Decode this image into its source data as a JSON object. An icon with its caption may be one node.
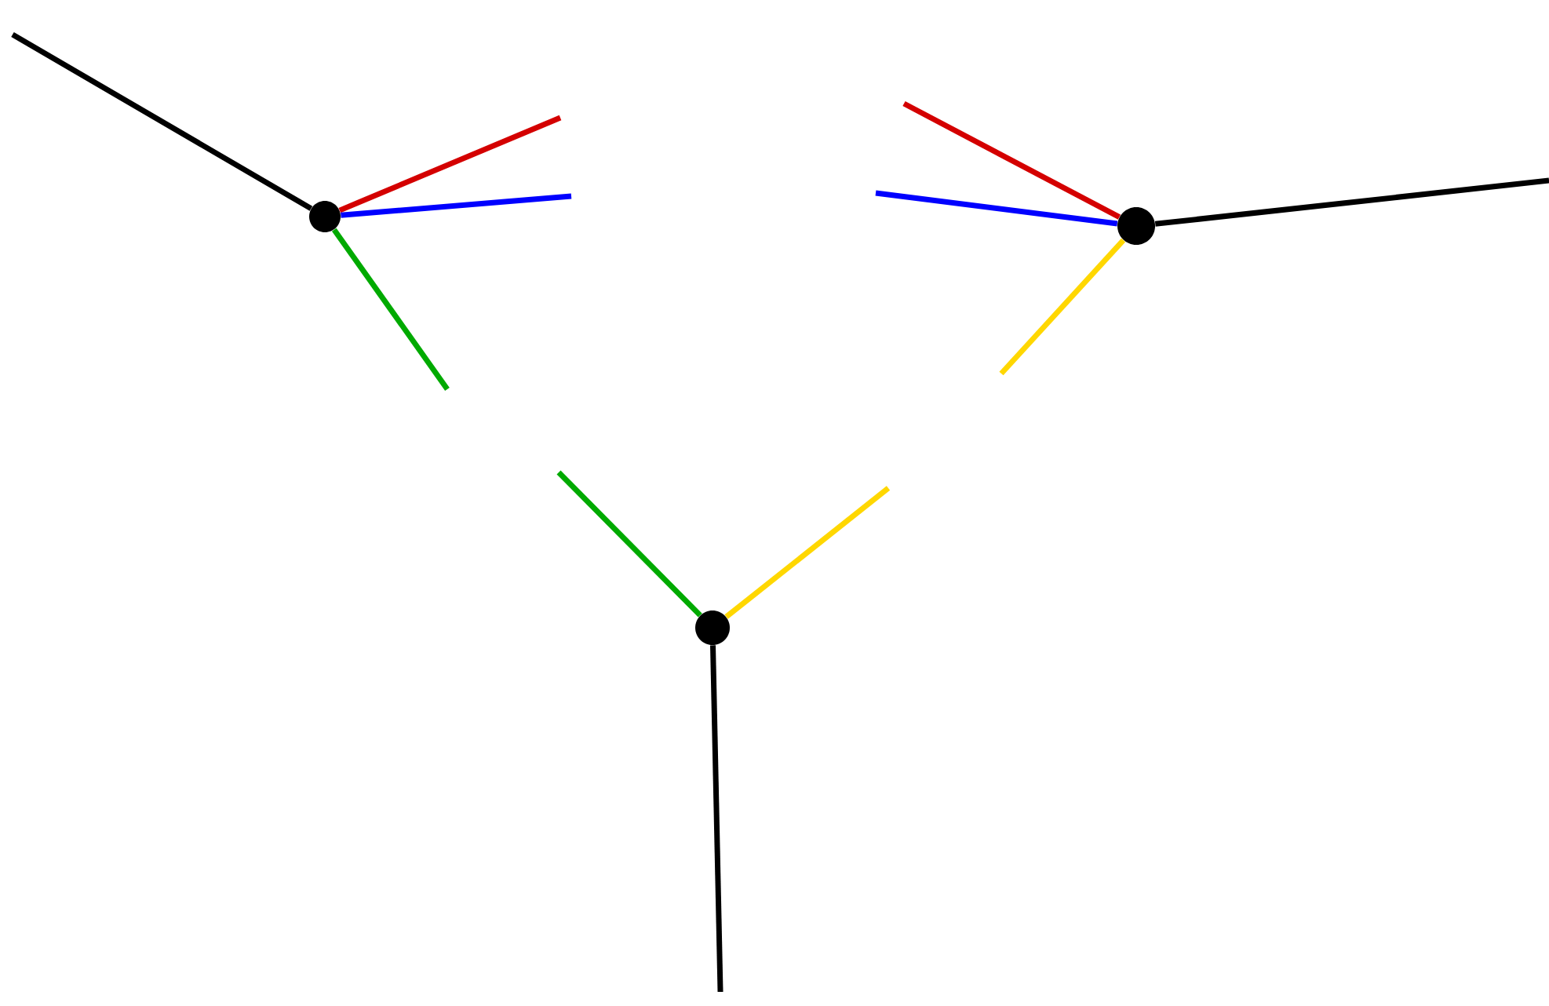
{
  "diagram": {
    "nodes": [
      {
        "text": [],
        "shape": "circle"
      },
      {
        "text": [],
        "shape": "circle"
      },
      {
        "text": [],
        "shape": "circle"
      }
    ],
    "edges": [
      {
        "from": 0,
        "to": null,
        "arrow": "none"
      },
      {
        "from": 0,
        "to": null,
        "arrow": "none",
        "color": "#d40000"
      },
      {
        "from": 0,
        "to": null,
        "arrow": "none",
        "color": "#0000ff"
      },
      {
        "from": 0,
        "to": null,
        "arrow": "none",
        "color": "#00aa00"
      },
      {
        "from": 1,
        "to": null,
        "arrow": "none",
        "color": "#d40000"
      },
      {
        "from": 1,
        "to": null,
        "arrow": "none",
        "color": "#0000ff"
      },
      {
        "from": 1,
        "to": null,
        "arrow": "none"
      },
      {
        "from": 1,
        "to": null,
        "arrow": "none",
        "color": "#ffd700"
      },
      {
        "from": 2,
        "to": null,
        "arrow": "none",
        "color": "#00aa00"
      },
      {
        "from": 2,
        "to": null,
        "arrow": "none",
        "color": "#ffd700"
      },
      {
        "from": 2,
        "to": null,
        "arrow": "none"
      }
    ]
  }
}
